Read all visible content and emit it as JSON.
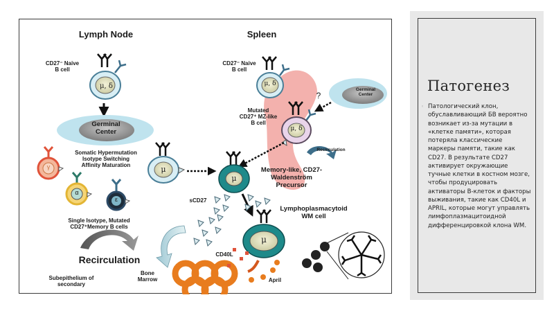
{
  "figure": {
    "titles": {
      "lymph_node": "Lymph Node",
      "spleen": "Spleen"
    },
    "labels": {
      "ln_naive": "CD27⁻ Naive\nB cell",
      "ln_germinal": "Germinal\nCenter",
      "ln_processes": "Somatic Hypermutation\nIsotype Switching\nAffinity Maturation",
      "memory_cells": "Single Isotype, Mutated\nCD27⁺Memory B cells",
      "recirculation_big": "Recirculation",
      "subepithelium": "Subepithelium of\nsecondary",
      "bone_marrow": "Bone\nMarrow",
      "sp_naive": "CD27⁻ Naive\nB cell",
      "sp_germinal": "Germinal\nCenter",
      "question": "?",
      "mz_like": "Mutated\nCD27⁺ MZ-like\nB cell",
      "recirculation_small": "Recirculation",
      "precursor": "Memory-like, CD27-\nWaldenström\nPrecursor",
      "scd27": "sCD27",
      "lpl": "Lymphoplasmacytoid\nWM cell",
      "cd40l": "CD40L",
      "april": "April",
      "mu": "μ",
      "mu_delta": "μ, δ",
      "gamma": "γ",
      "alpha": "α",
      "epsilon": "ε"
    },
    "colors": {
      "naive_fill": "#d8eef4",
      "naive_ring": "#4a7f98",
      "wm_ring": "#1e8a8a",
      "germinal_halo": "#bfe3ee",
      "germinal_core": "#9a9a9a",
      "spleen": "#f2a8a4",
      "mz_ring": "#c9a0c8",
      "mast_cell": "#e87c1e",
      "ig_gamma": "#e0533a",
      "ig_alpha": "#e3b534",
      "ig_epsilon": "#2c4a66"
    }
  },
  "slide": {
    "title": "Патогенез",
    "bullet_mark": "◦",
    "bullet_text": "Патологический клон, обуславливающий БВ вероятно возникает из-за мутации в «клетке памяти», которая потеряла классические маркеры памяти, такие как CD27. В результате CD27 активирует окружающие тучные клетки в костном мозге, чтобы продуцировать активаторы В-клеток и факторы выживания, такие как CD40L и APRIL, которые могут управлять лимфоплазмацитоидной дифференцировкой клона WM."
  }
}
